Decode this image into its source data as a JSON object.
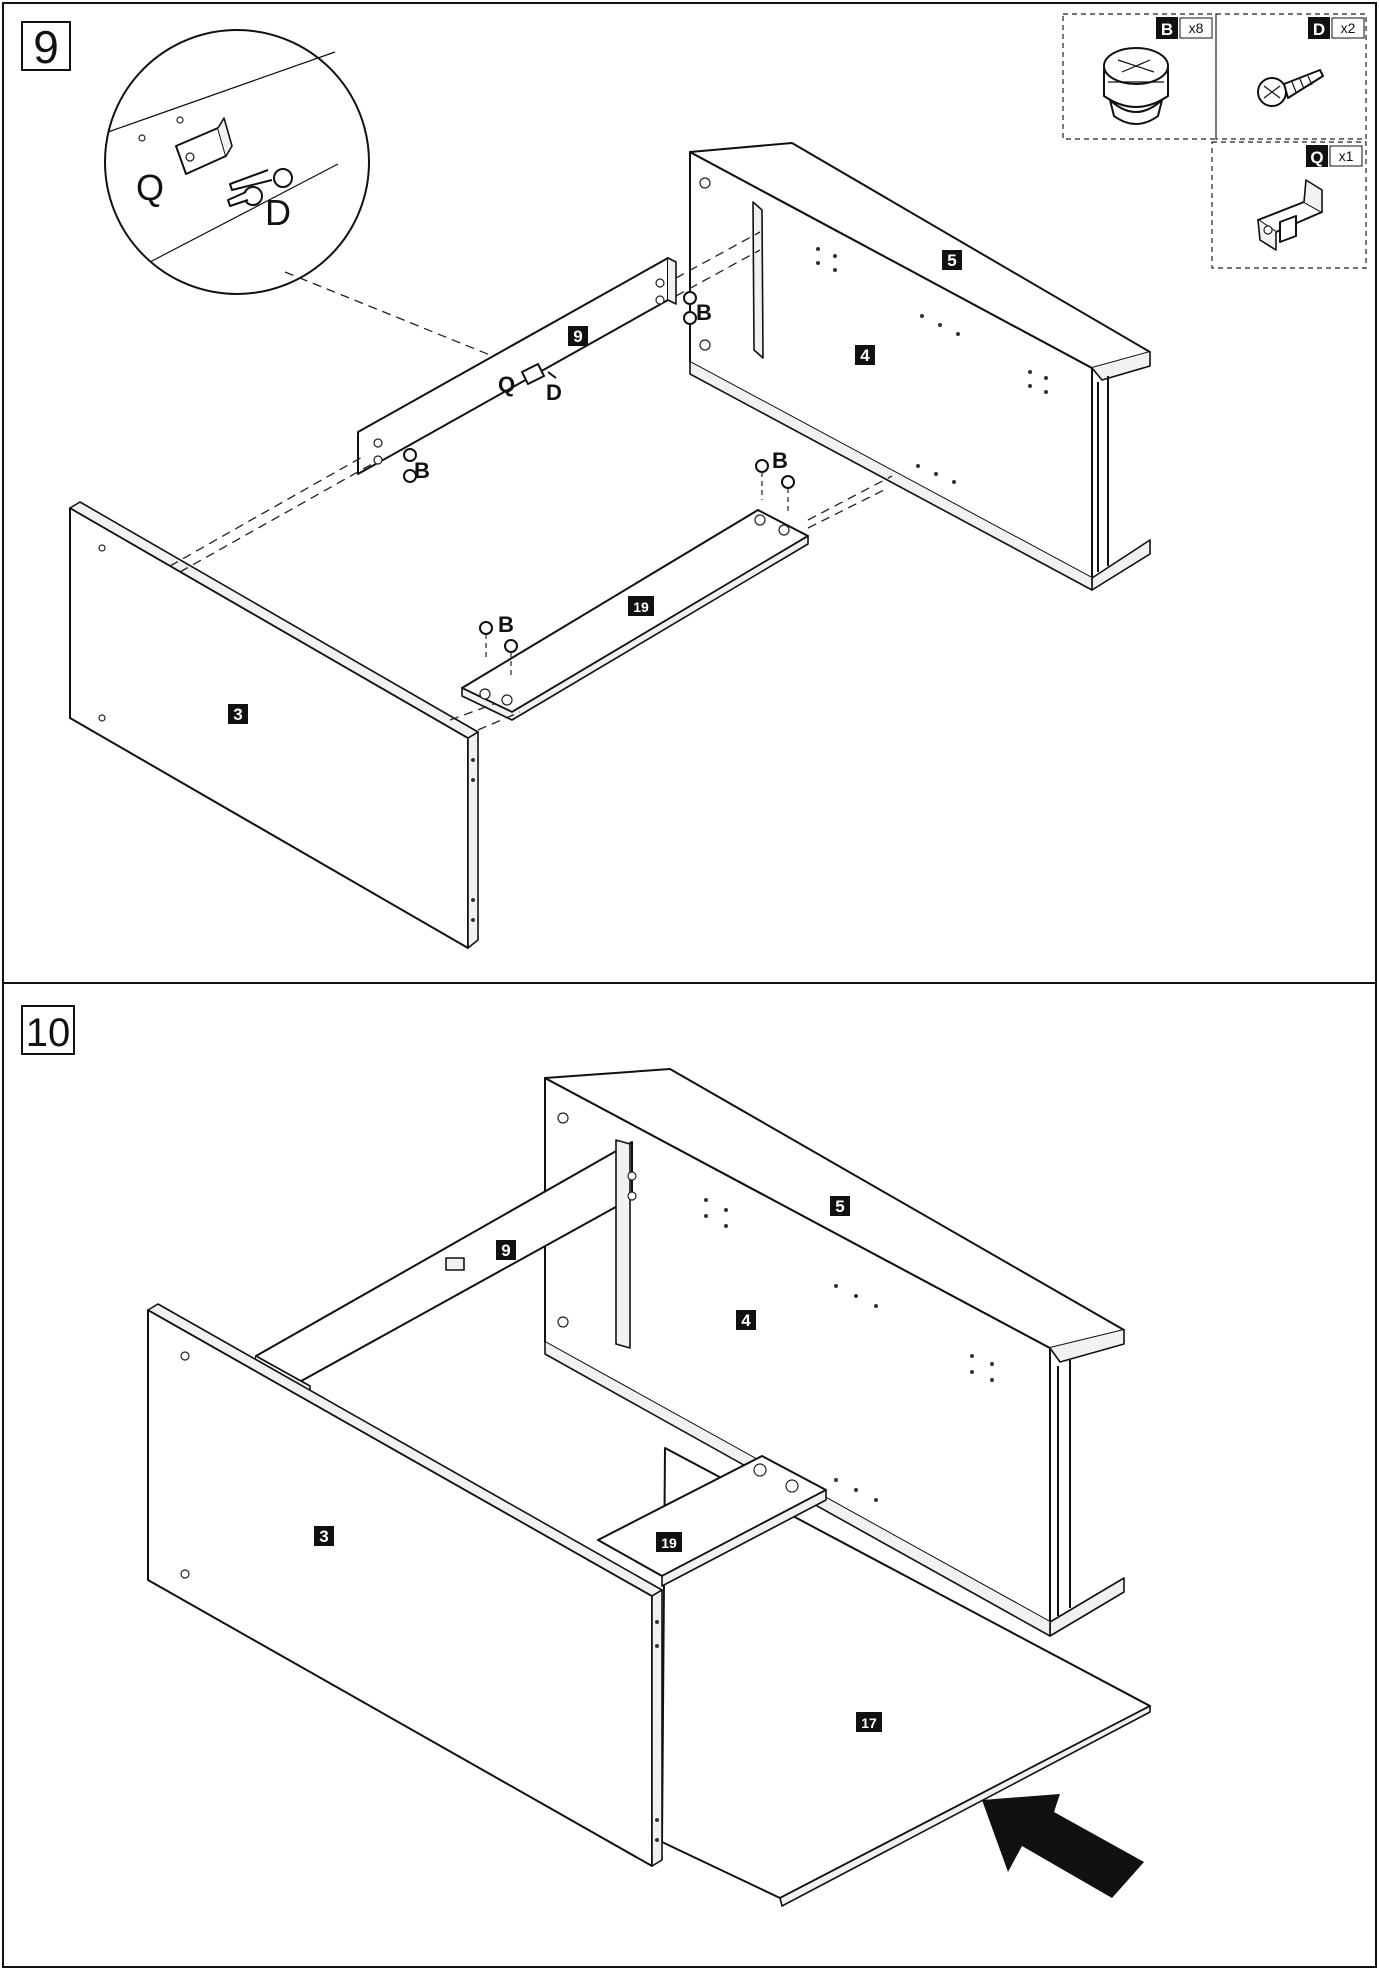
{
  "steps": [
    {
      "number": "9"
    },
    {
      "number": "10"
    }
  ],
  "hardware": {
    "B": {
      "code": "B",
      "qty": "x8"
    },
    "D": {
      "code": "D",
      "qty": "x2"
    },
    "Q": {
      "code": "Q",
      "qty": "x1"
    }
  },
  "part_tags": {
    "p3": "3",
    "p4": "4",
    "p5": "5",
    "p9": "9",
    "p17": "17",
    "p19": "19"
  },
  "callout_letters": {
    "Q": "Q",
    "D": "D",
    "B": "B"
  }
}
